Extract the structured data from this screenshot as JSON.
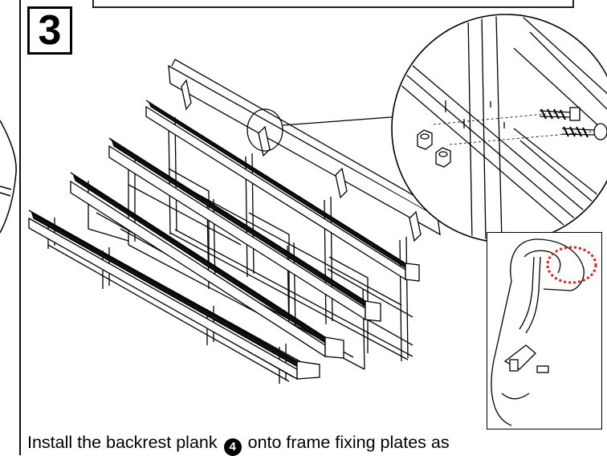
{
  "step": {
    "number": "3"
  },
  "instruction": {
    "before": "Install the backrest plank",
    "marker": "4",
    "after": "onto frame fixing plates as"
  },
  "icons": {
    "marker_icon": "circled-number-icon"
  },
  "colors": {
    "line": "#000000",
    "highlight": "#e02020",
    "bolt": "#222222"
  }
}
